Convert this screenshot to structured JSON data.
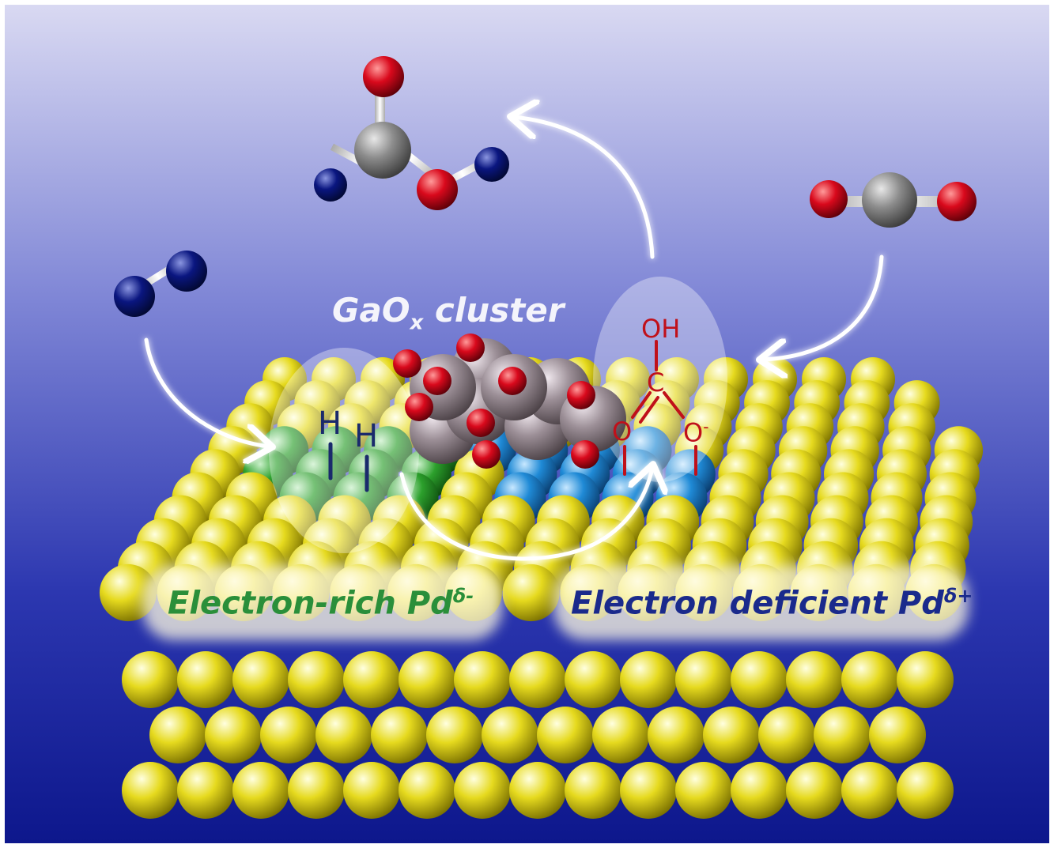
{
  "labels": {
    "cluster_main": "GaO",
    "cluster_sub": "x",
    "cluster_rest": " cluster",
    "rich_main": "Electron-rich Pd",
    "rich_sup": "δ-",
    "deficient_main": "Electron deficient Pd",
    "deficient_sup": "δ+"
  },
  "adsorbates": {
    "h_left": "H",
    "h_right": "H",
    "oh": "OH",
    "c": "C",
    "o_left": "O",
    "o_right": "O",
    "o_right_charge": "-"
  },
  "colors": {
    "background_top": "#d9d9f2",
    "background_bottom": "#0d178c",
    "pd_atom": "#e6da1e",
    "electron_rich_zone": "#2ca02c",
    "electron_deficient_zone": "#1f8ad6",
    "ga_atom": "#9c8f97",
    "o_atom": "#d9091c",
    "c_atom": "#8c8c8c",
    "h_atom": "#0a1680",
    "rich_text": "#2a8f3a",
    "deficient_text": "#1a2a8c",
    "adsorbate_text": "#c0101a",
    "h_text": "#1a2a6c",
    "arrow": "#ffffff"
  }
}
